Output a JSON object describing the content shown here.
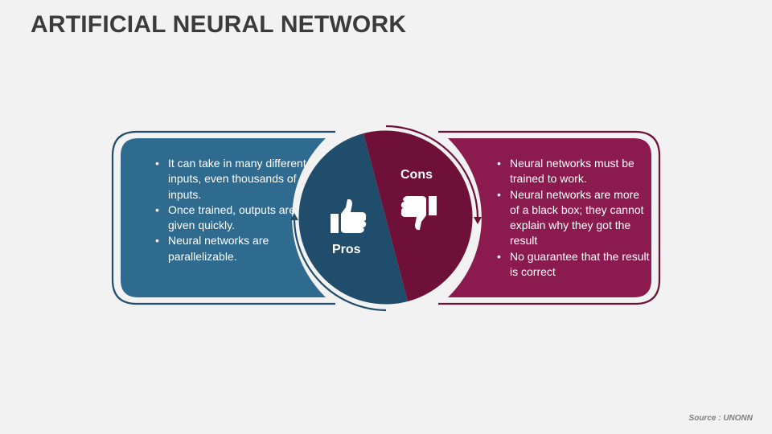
{
  "title": "ARTIFICIAL NEURAL NETWORK",
  "pros": {
    "label": "Pros",
    "items": [
      "It can take in many different inputs, even thousands of inputs.",
      "Once trained, outputs are given quickly.",
      "Neural networks are parallelizable."
    ]
  },
  "cons": {
    "label": "Cons",
    "items": [
      "Neural networks must be trained to work.",
      "Neural networks are more of a black box; they cannot explain why they got the result",
      "No guarantee that the result is correct"
    ]
  },
  "source": "Source : UNONN",
  "colors": {
    "pros": "#2f6a8f",
    "pros_dark": "#1f4d6b",
    "cons": "#8b1a4e",
    "cons_dark": "#6e1038"
  },
  "icons": {
    "pros": "thumbs-up-icon",
    "cons": "thumbs-down-icon"
  }
}
